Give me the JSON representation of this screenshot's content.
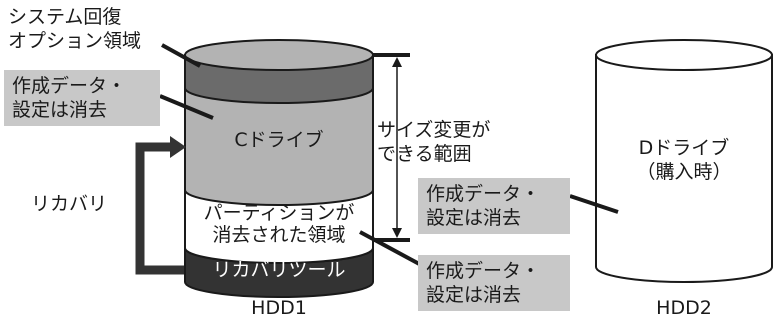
{
  "hdd1": {
    "system_recovery_option_area": "システム回復\nオプション領域",
    "c_drive": "Cドライブ",
    "partition_erased_area": "パーティションが\n消去された領域",
    "recovery_tool": "リカバリツール",
    "label": "HDD1"
  },
  "hdd2": {
    "d_drive": "Dドライブ\n（購入時）",
    "label": "HDD2"
  },
  "notes": {
    "data_erased_c": "作成データ・\n設定は消去",
    "data_erased_partition": "作成データ・\n設定は消去",
    "data_erased_d": "作成データ・\n設定は消去",
    "size_changeable": "サイズ変更が\nできる範囲",
    "recovery": "リカバリ"
  },
  "colors": {
    "top_layer": "#6b6b6b",
    "c_drive_fill": "#b3b3b3",
    "recovery_tool_fill": "#333333",
    "note_box": "#c8c8c8"
  }
}
